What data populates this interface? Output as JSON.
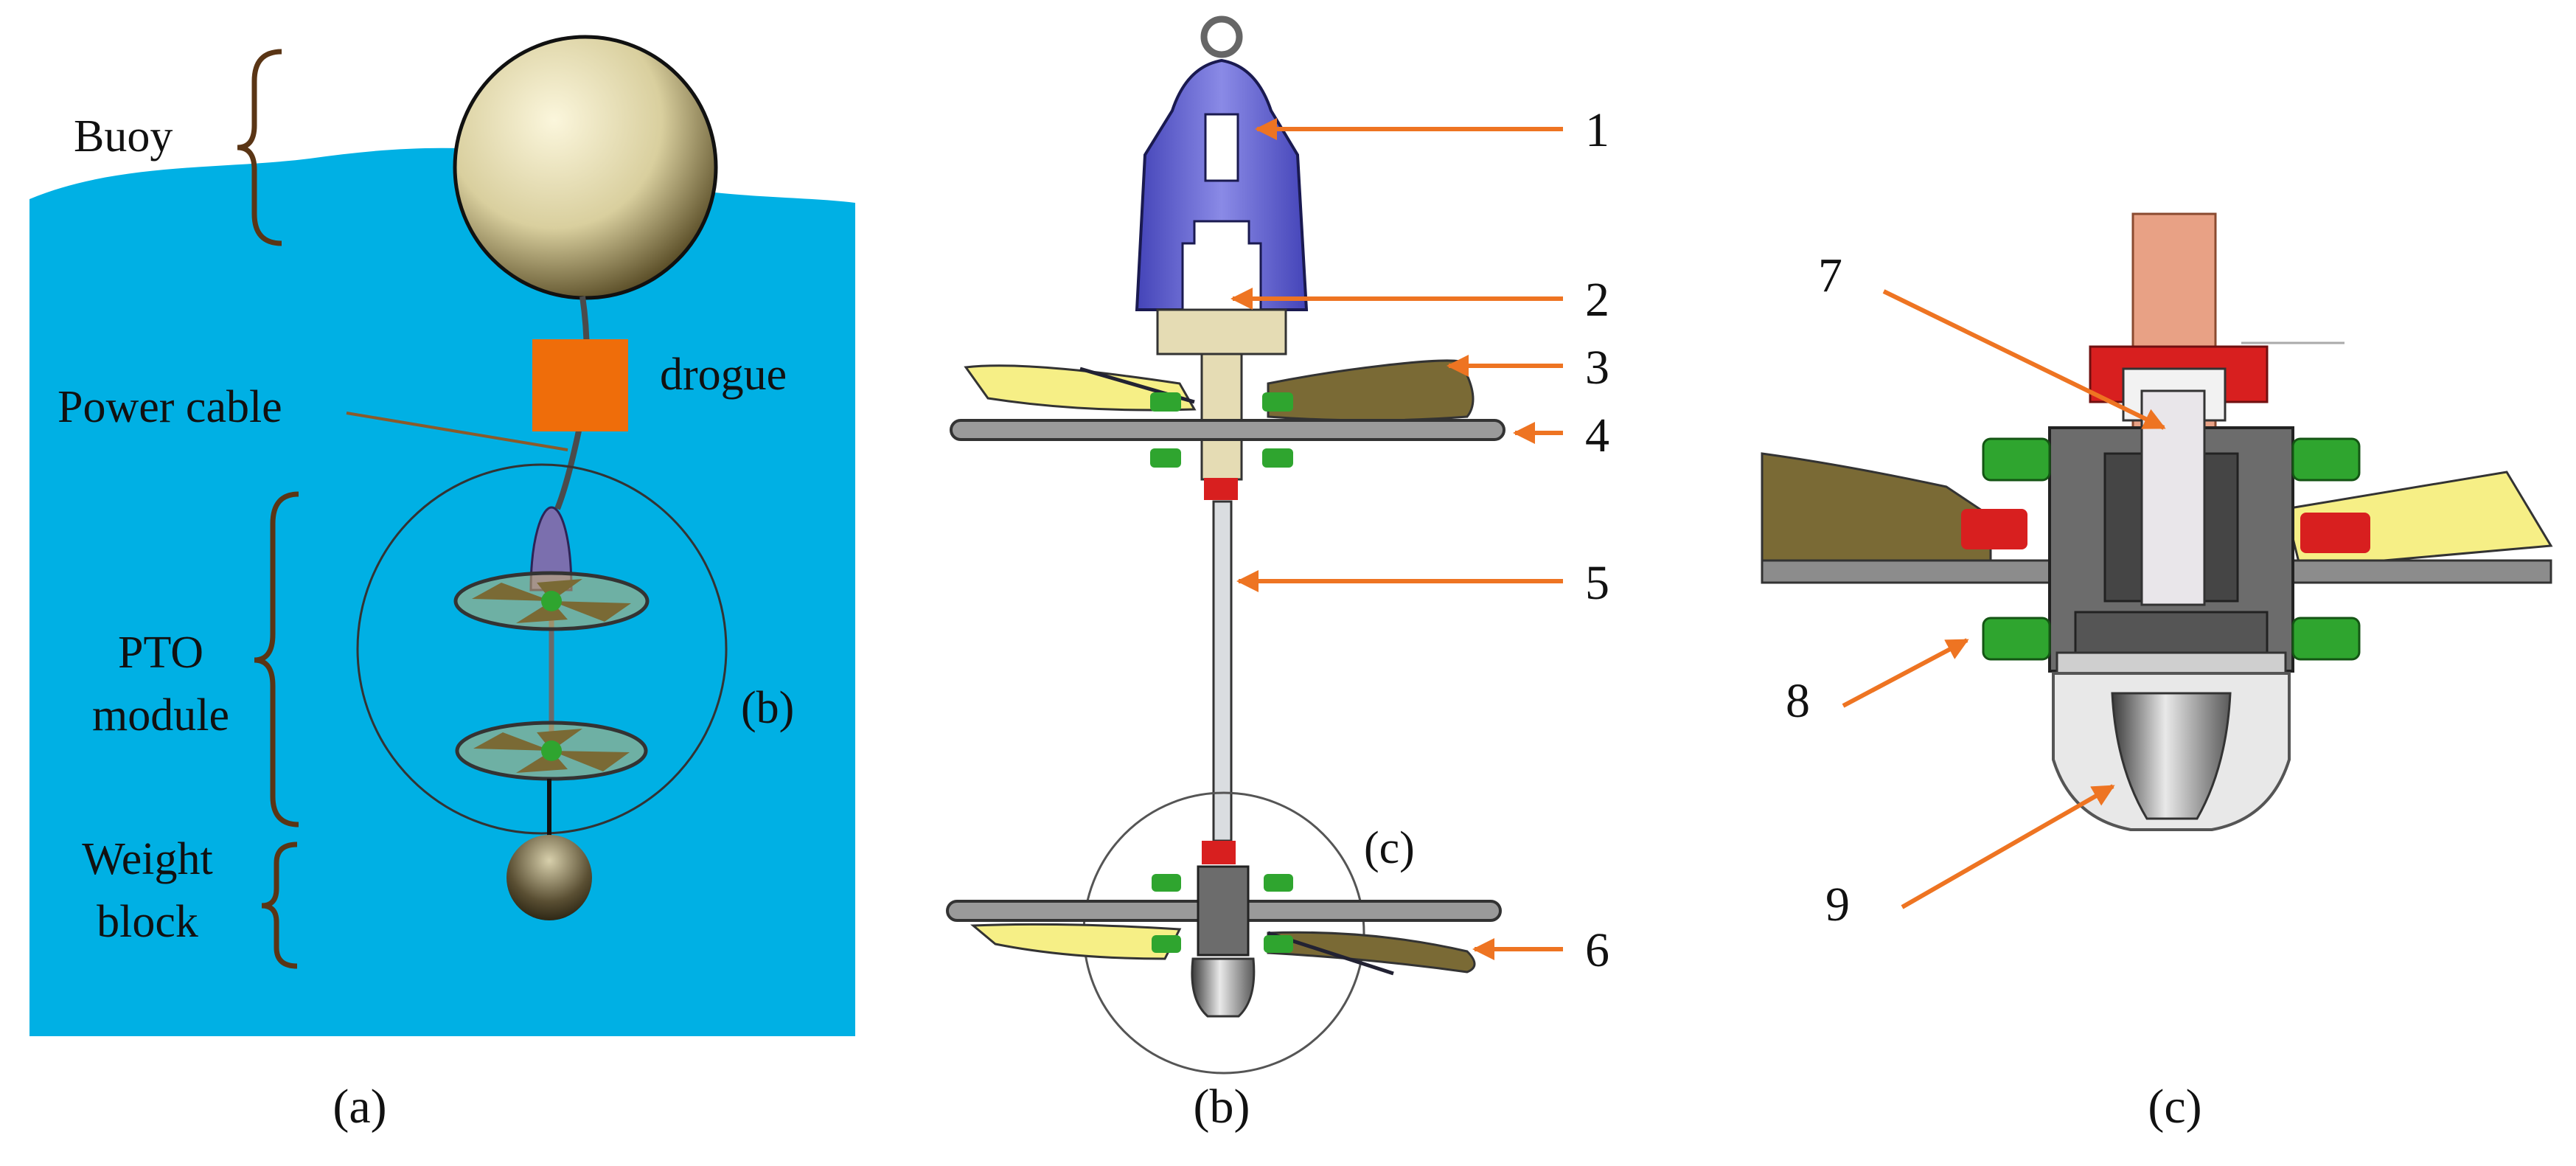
{
  "panel_a": {
    "labels": {
      "buoy": "Buoy",
      "drogue": "drogue",
      "power_cable": "Power cable",
      "pto_line1": "PTO",
      "pto_line2": "module",
      "weight_line1": "Weight",
      "weight_line2": "block",
      "inset_ref": "(b)"
    },
    "caption": "(a)"
  },
  "panel_b": {
    "callouts": [
      "1",
      "2",
      "3",
      "4",
      "5",
      "6"
    ],
    "inset_ref": "(c)",
    "caption": "(b)"
  },
  "panel_c": {
    "callouts": [
      "7",
      "8",
      "9"
    ],
    "caption": "(c)"
  },
  "colors": {
    "sea": "#00b0e4",
    "buoy": "#d9cf9e",
    "drogue": "#ef6d0a",
    "arrow": "#ee7422",
    "brace": "#5a3515",
    "housing": "#6868d6",
    "blade_yellow": "#f6ef86",
    "blade_olive": "#7a6a35",
    "grey_body": "#6c6c6c",
    "green_block": "#2fa52f",
    "red_part": "#d81f1f",
    "shaft_copper": "#e8a185"
  }
}
